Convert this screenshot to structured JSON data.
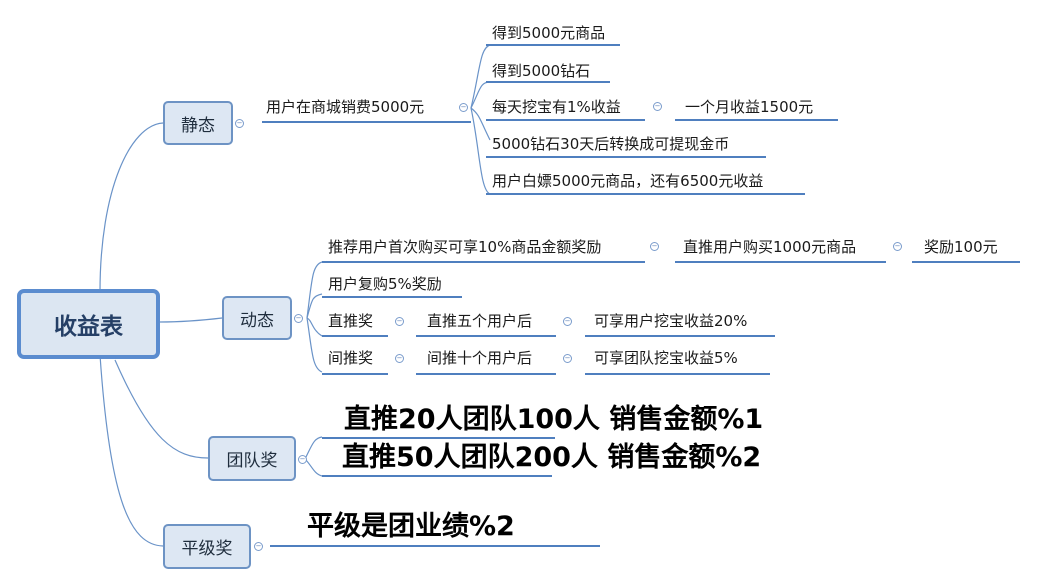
{
  "root": "收益表",
  "branches": {
    "static": {
      "label": "静态",
      "child": "用户在商城销费5000元",
      "items": [
        "得到5000元商品",
        "得到5000钻石",
        "每天挖宝有1%收益",
        "5000钻石30天后转换成可提现金币",
        "用户白嫖5000元商品，还有6500元收益"
      ],
      "sub": "一个月收益1500元"
    },
    "dynamic": {
      "label": "动态",
      "rows": [
        [
          "推荐用户首次购买可享10%商品金额奖励",
          "直推用户购买1000元商品",
          "奖励100元"
        ],
        [
          "用户复购5%奖励"
        ],
        [
          "直推奖",
          "直推五个用户后",
          "可享用户挖宝收益20%"
        ],
        [
          "间推奖",
          "间推十个用户后",
          "可享团队挖宝收益5%"
        ]
      ]
    },
    "team": {
      "label": "团队奖",
      "items": [
        "直推20人团队100人 销售金额%1",
        "直推50人团队200人 销售金额%2"
      ]
    },
    "peer": {
      "label": "平级奖",
      "item": "平级是团业绩%2"
    }
  },
  "colors": {
    "line": "#4f7fbf",
    "node_fill": "#dde7f3",
    "node_border": "#6d93c4"
  }
}
